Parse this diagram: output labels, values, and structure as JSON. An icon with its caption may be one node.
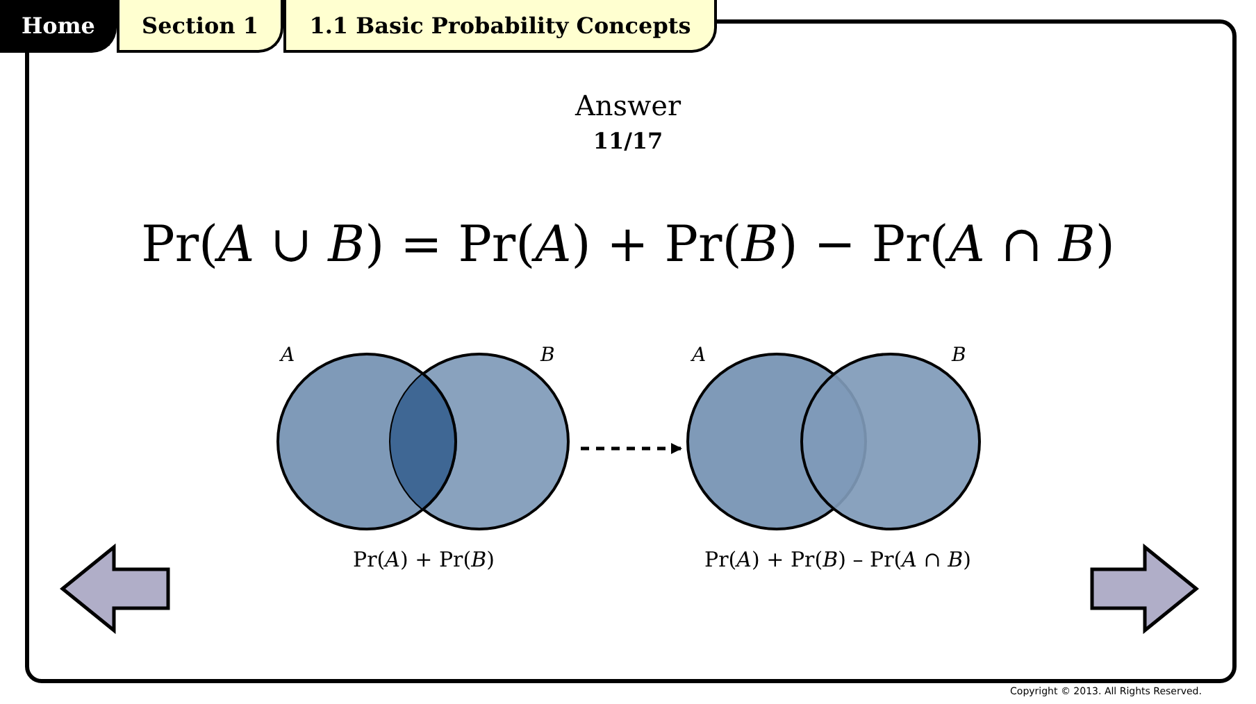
{
  "diagram": {
    "nodes": [
      {
        "text": [
          "Home"
        ]
      },
      {
        "text": [
          "Section 1"
        ]
      },
      {
        "text": [
          "1.1 Basic Probability Concepts"
        ]
      },
      {
        "text": [
          "A"
        ]
      },
      {
        "text": [
          "B"
        ]
      },
      {
        "text": [
          "A"
        ]
      },
      {
        "text": [
          "B"
        ]
      }
    ],
    "edges": [
      {
        "from": 4,
        "to": 5,
        "arrow": "to",
        "style": "dashed"
      }
    ],
    "labels": [
      "Answer",
      "11/17",
      "Pr(*A* ∪ *B*) = Pr(*A*) + Pr(*B*) − Pr(*A* ∩ *B*)",
      "Pr(*A*) + Pr(*B*)",
      "Pr(*A*) + Pr(*B*) – Pr(*A* ∩ *B*)",
      "Copyright © 2013. All Rights Reserved."
    ]
  }
}
